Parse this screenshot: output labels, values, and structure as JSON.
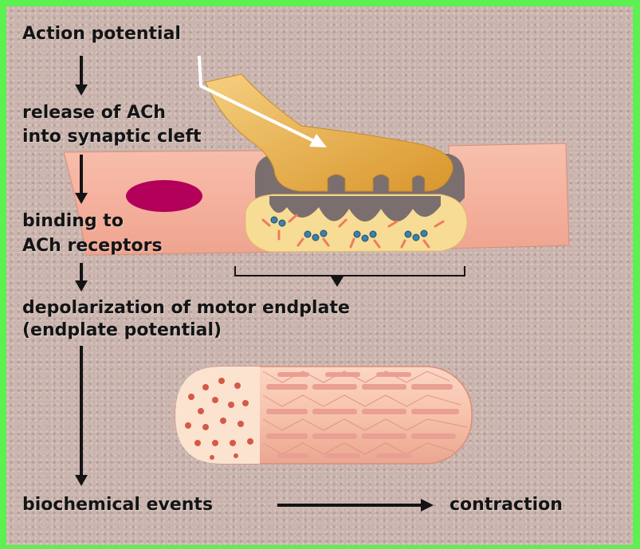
{
  "steps": {
    "action_potential": "Action potential",
    "release_line1": "release of ACh",
    "release_line2": "into synaptic cleft",
    "binding_line1": "binding to",
    "binding_line2": "ACh receptors",
    "depol_line1": "depolarization of motor endplate",
    "depol_line2": "(endplate potential)",
    "biochemical": "biochemical events",
    "contraction": "contraction"
  },
  "colors": {
    "border": "#5cf050",
    "background": "#c9b3ac",
    "muscle_fiber": "#f5b19e",
    "nerve_terminal": "#e9b24e",
    "endplate": "#f7dc96",
    "nucleus": "#b3005a",
    "receptor": "#3f7fa8",
    "synaptic_cleft": "#7a6e6e",
    "myofibril": "#ea9f93",
    "text": "#141414"
  }
}
